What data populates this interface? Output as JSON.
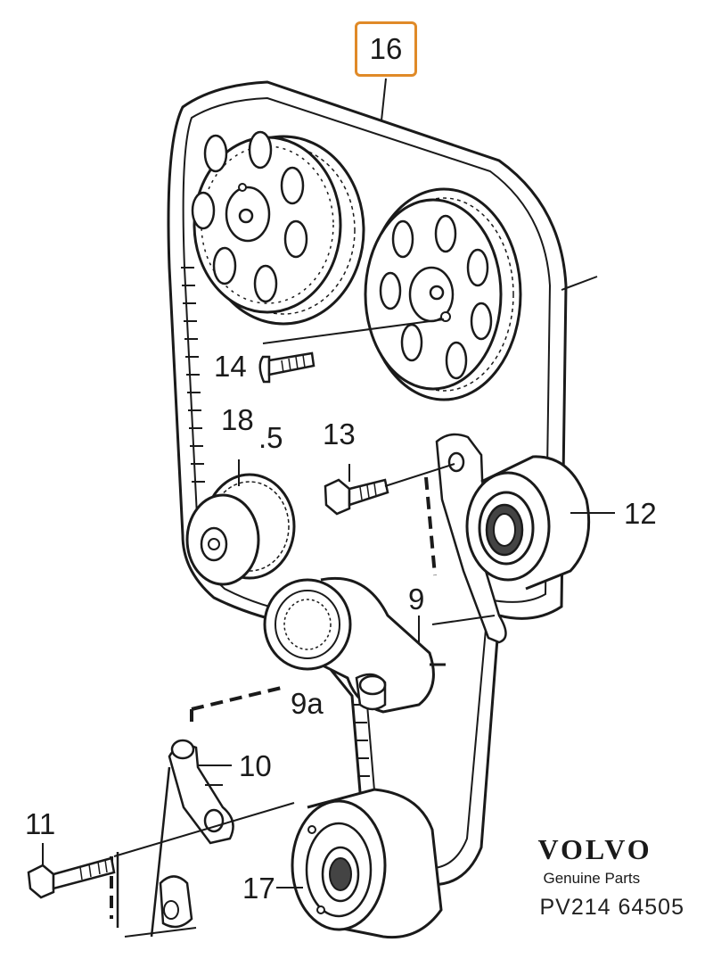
{
  "callouts": {
    "c16": "16",
    "c14": "14",
    "c18": "18",
    "c5": ".5",
    "c13": "13",
    "c12": "12",
    "c9": "9",
    "c9a": "9a",
    "c10": "10",
    "c11": "11",
    "c17": "17"
  },
  "brand": {
    "logo": "VOLVO",
    "subtitle": "Genuine Parts",
    "code": "PV214  64505"
  },
  "colors": {
    "highlight": "#e08a28",
    "ink": "#1a1a1a"
  }
}
